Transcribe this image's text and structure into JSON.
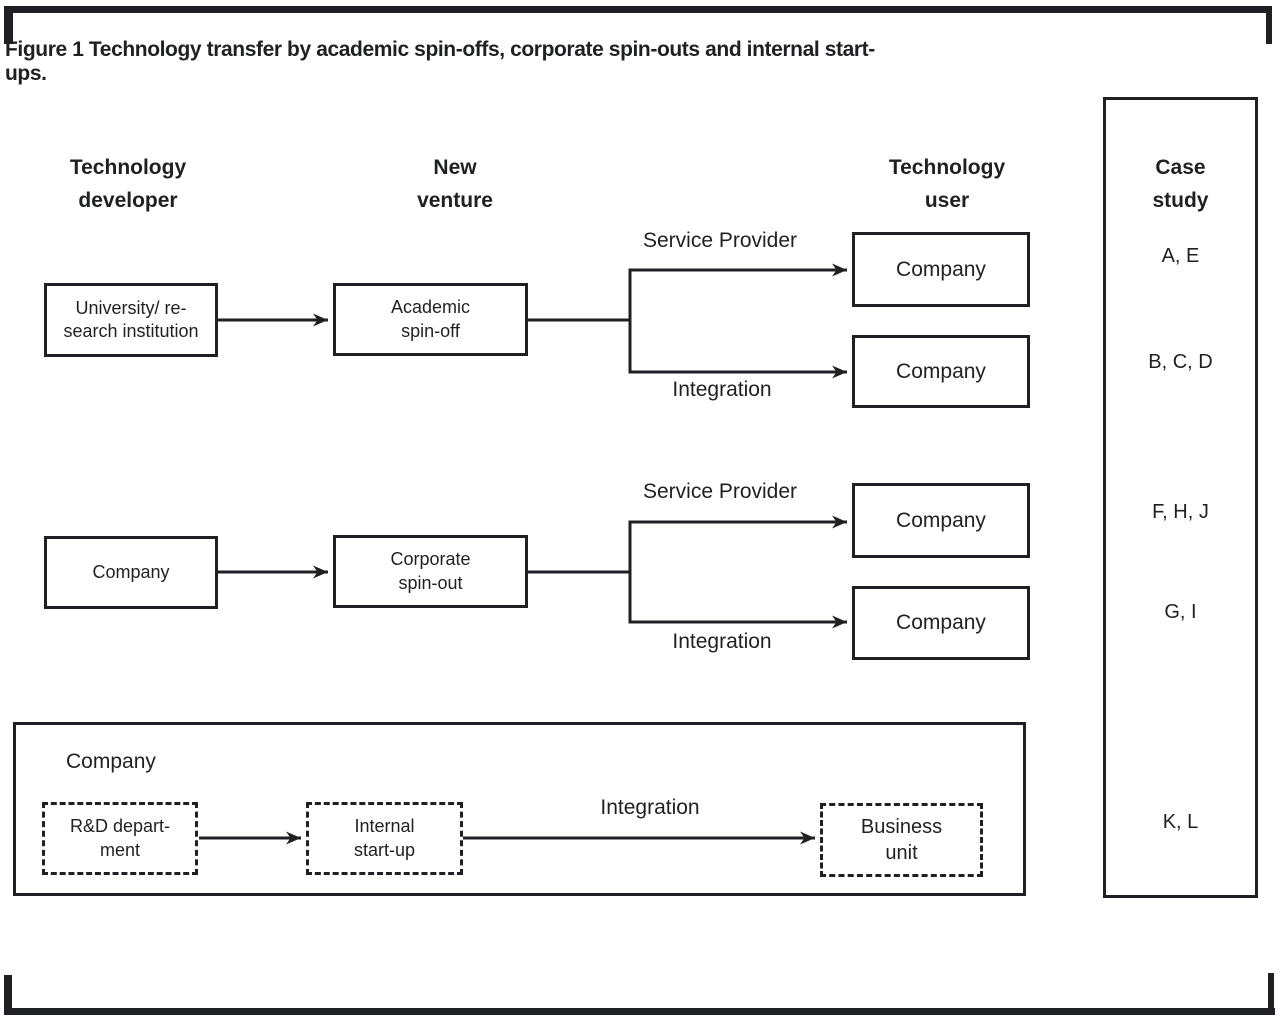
{
  "colors": {
    "ink": "#1f2023"
  },
  "figure": {
    "title": "Figure 1 Technology transfer by academic spin-offs, corporate spin-outs and internal start-ups."
  },
  "headers": {
    "developer": "Technology\ndeveloper",
    "venture": "New\nventure",
    "user": "Technology\nuser",
    "case": "Case\nstudy"
  },
  "rows": [
    {
      "developer": "University/ re-\nsearch institution",
      "venture": "Academic\nspin-off",
      "paths": [
        {
          "mode": "Service Provider",
          "user": "Company",
          "cases": "A, E"
        },
        {
          "mode": "Integration",
          "user": "Company",
          "cases": "B, C, D"
        }
      ]
    },
    {
      "developer": "Company",
      "venture": "Corporate\nspin-out",
      "paths": [
        {
          "mode": "Service Provider",
          "user": "Company",
          "cases": "F, H, J"
        },
        {
          "mode": "Integration",
          "user": "Company",
          "cases": "G, I"
        }
      ]
    }
  ],
  "internal_startup": {
    "boundary": "Company",
    "developer": "R&D depart-\nment",
    "venture": "Internal\nstart-up",
    "mode": "Integration",
    "user": "Business\nunit",
    "cases": "K, L"
  }
}
